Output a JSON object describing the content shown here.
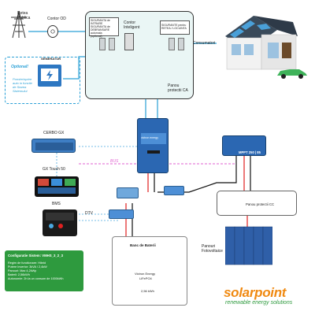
{
  "grid": {
    "label_line1": "Retea",
    "label_line2": "Publica"
  },
  "meter": {
    "label": "Contor OD"
  },
  "generator": {
    "optional_label": "Optional!",
    "title": "GENERATOR",
    "note_line1": "Pornire/oprire",
    "note_line2": "auto in functie",
    "note_line3": "de Starea",
    "note_line4": "Sistemului"
  },
  "ac_panel": {
    "breaker1_line1": "SIGURANTA de",
    "breaker1_line2": "INTRARE",
    "breaker2_line1": "SIGURANTA de",
    "breaker2_line2": "DEBRANSARE",
    "breaker2_line3": "automata",
    "breaker2_line4": "(optional)",
    "smart_meter_line1": "Contor",
    "smart_meter_line2": "Inteligent",
    "breaker3_line1": "SIGURANTE pentru",
    "breaker3_line2": "RETEA / LOCUINTA",
    "consumers": "Consumatori",
    "panel_title_line1": "Panou",
    "panel_title_line2": "protectii CA"
  },
  "cerbo": {
    "label": "CERBO GX"
  },
  "bus": {
    "label": "BUS"
  },
  "touch": {
    "label": "GX Touch 50"
  },
  "inverter": {
    "brand": "victron energy"
  },
  "mppt": {
    "label": "MPPT 250 | 85"
  },
  "bms": {
    "label": "BMS"
  },
  "dtv": {
    "label": "DTV"
  },
  "dc_panel": {
    "label": "Panou protectii CC"
  },
  "pv": {
    "label_line1": "Panouri",
    "label_line2": "Fotovoltaice"
  },
  "config": {
    "title": "Configuratie Sistem: VMHS_3_2_3",
    "line1": "Regim de functionare: Hibrid",
    "line2": "Putere Invertor: 3kVA / 2,4kW",
    "line3": "Panouri: Max 4,2kWp",
    "line4": "Baterii: 2,56kWh",
    "line5": "Autonomie: 2h la un consum de 1000kWh"
  },
  "battery": {
    "title": "Banc de Baterii",
    "brand": "Victron Energy",
    "chemistry": "LiFePO4",
    "capacity": "2,56 kWh"
  },
  "logo": {
    "name": "solarpoint",
    "tagline": "renewable energy solutions"
  },
  "colors": {
    "ac": "#2aa0d6",
    "dc_pos": "#e02020",
    "dc_neg": "#111111",
    "bus": "#e060d0",
    "comm": "#4aa8e0",
    "panel_bg": "#eaf6f5",
    "config_bg": "#2e9a3e",
    "logo_orange": "#f08a12",
    "logo_green": "#2e9a3e"
  }
}
